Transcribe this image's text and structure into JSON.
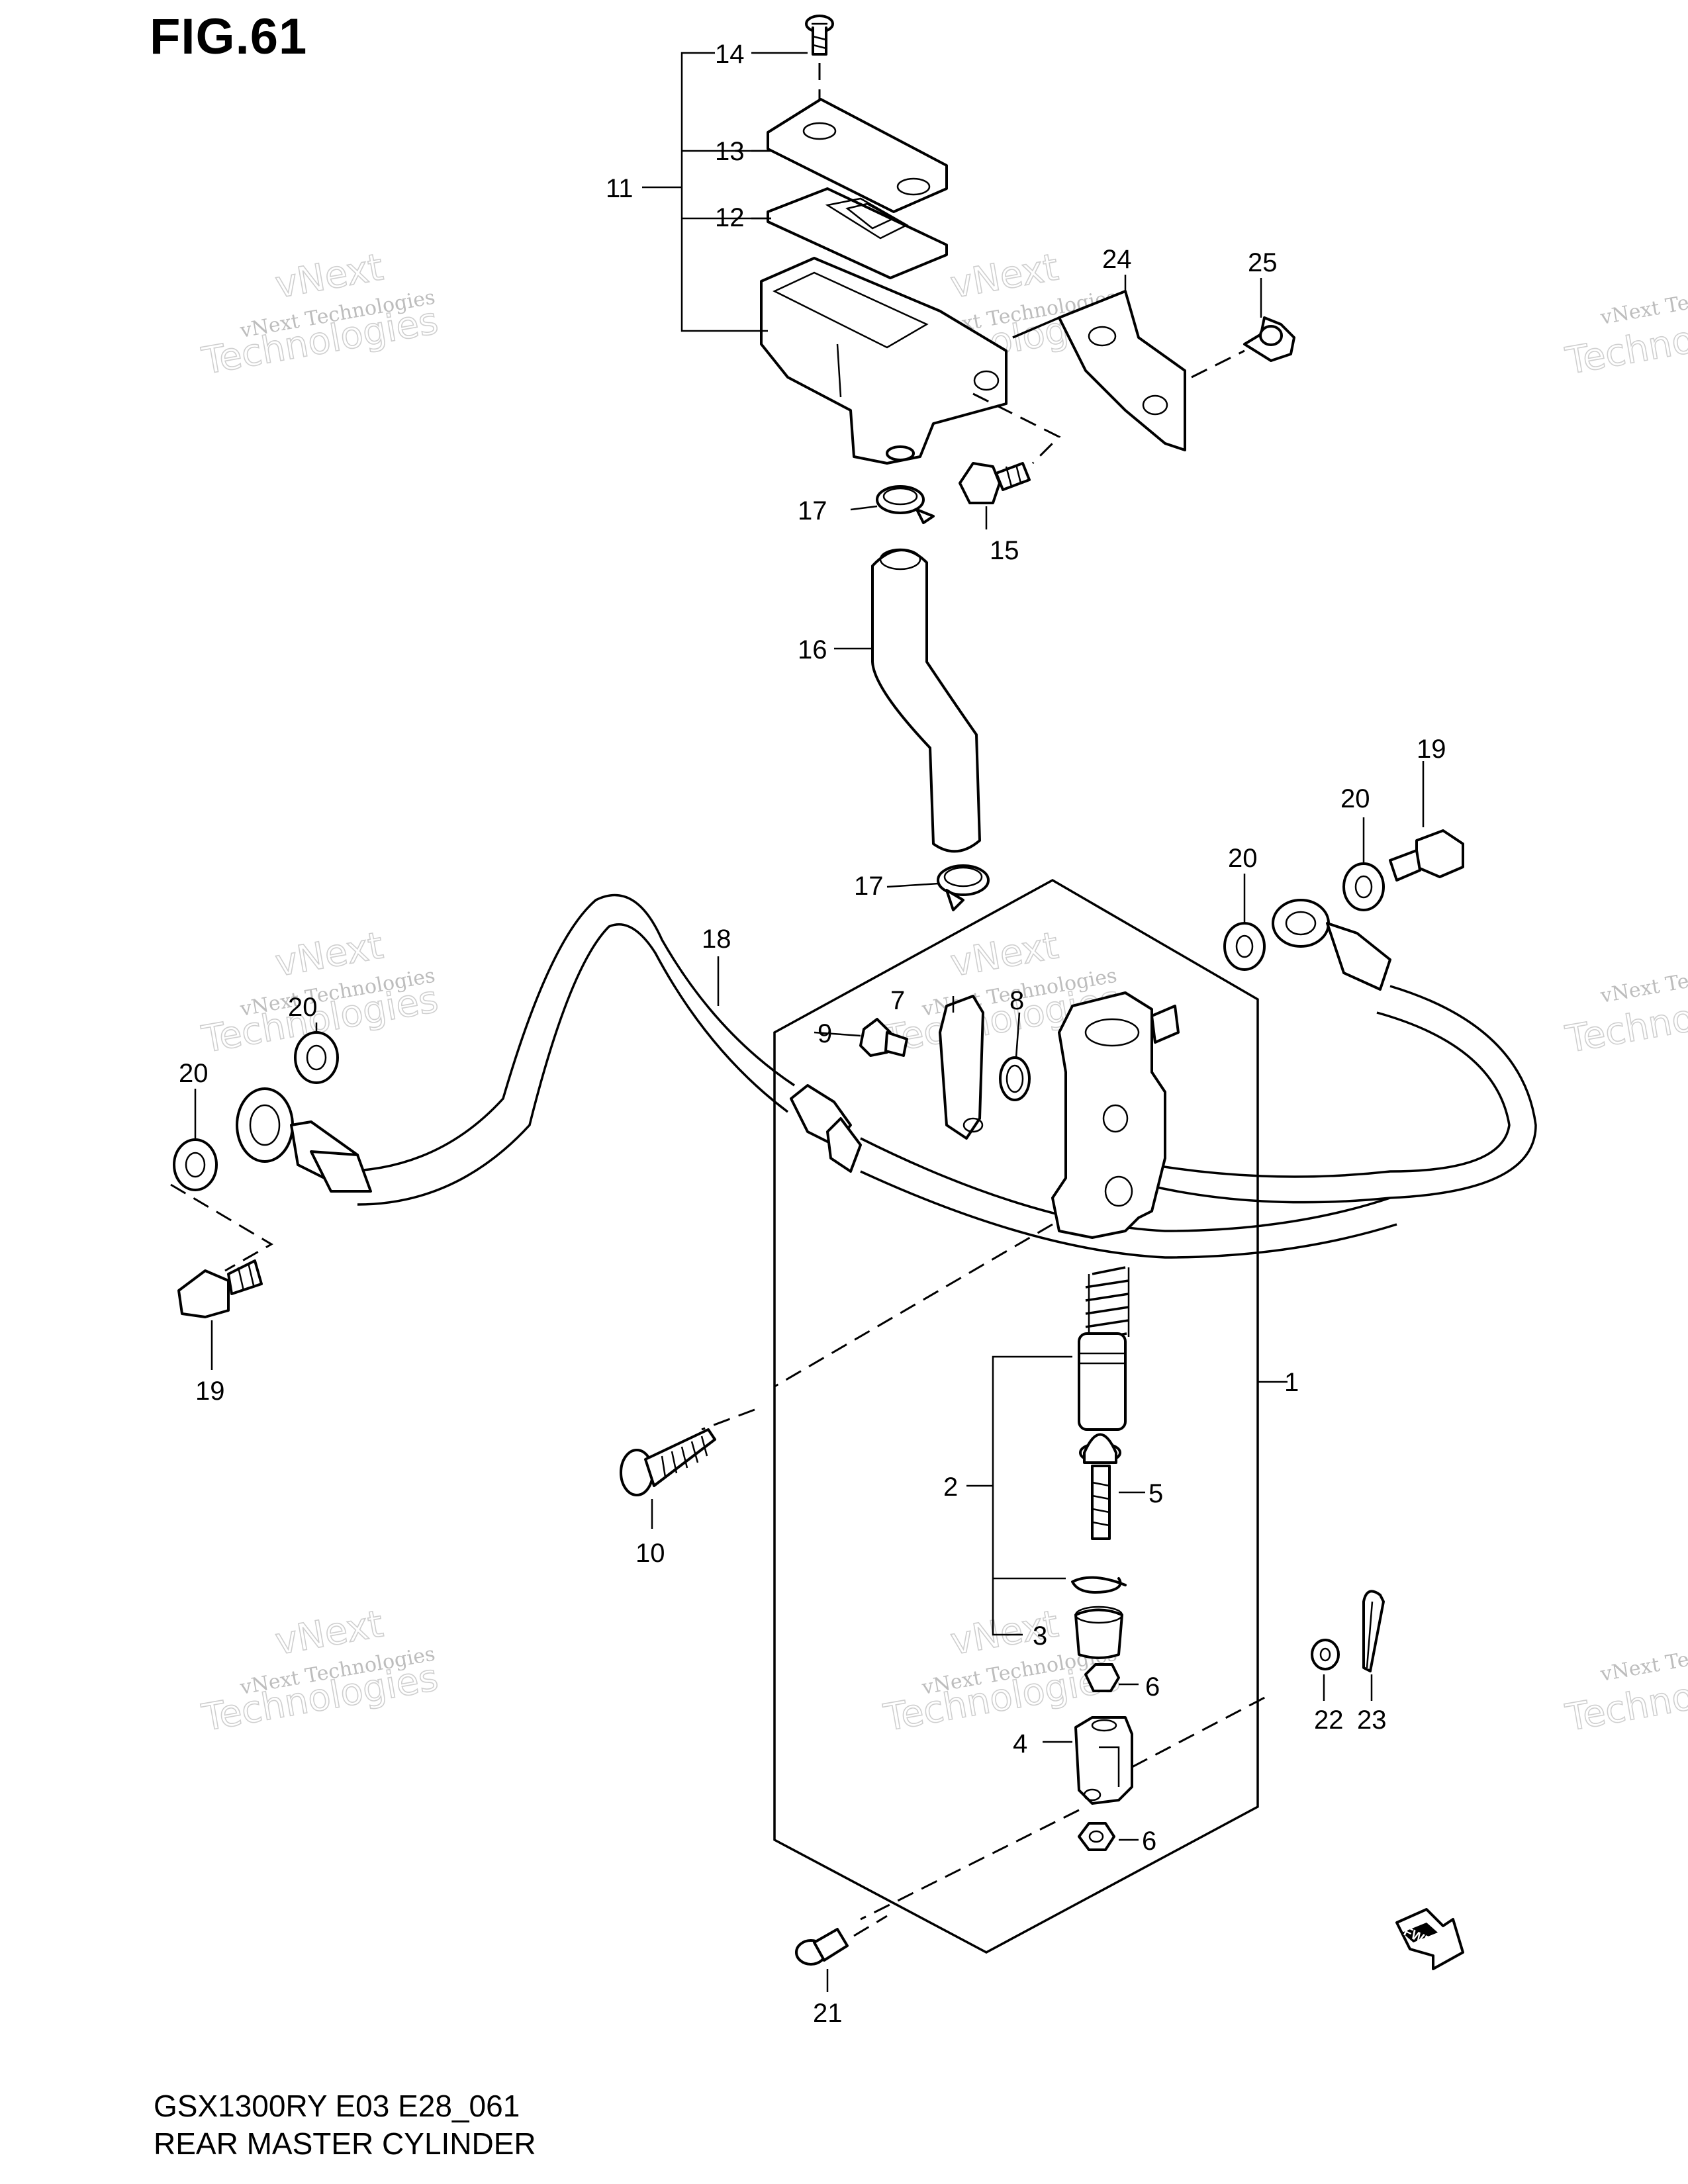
{
  "figure": {
    "title": "FIG.61"
  },
  "footer": {
    "model_code": "GSX1300RY E03 E28_061",
    "section_name": "REAR MASTER CYLINDER"
  },
  "watermark": {
    "small_text": "vNext Technologies",
    "big_text": "Technologies",
    "top_text": "vNext"
  },
  "fwd_badge": "FWD",
  "callouts": [
    "1",
    "2",
    "3",
    "4",
    "5",
    "6",
    "6",
    "7",
    "8",
    "9",
    "10",
    "11",
    "12",
    "13",
    "14",
    "15",
    "16",
    "17",
    "17",
    "18",
    "19",
    "19",
    "20",
    "20",
    "20",
    "20",
    "21",
    "22",
    "23",
    "24",
    "25"
  ],
  "colors": {
    "ink": "#000000",
    "watermark": "#c8c8c8",
    "background": "#ffffff"
  }
}
